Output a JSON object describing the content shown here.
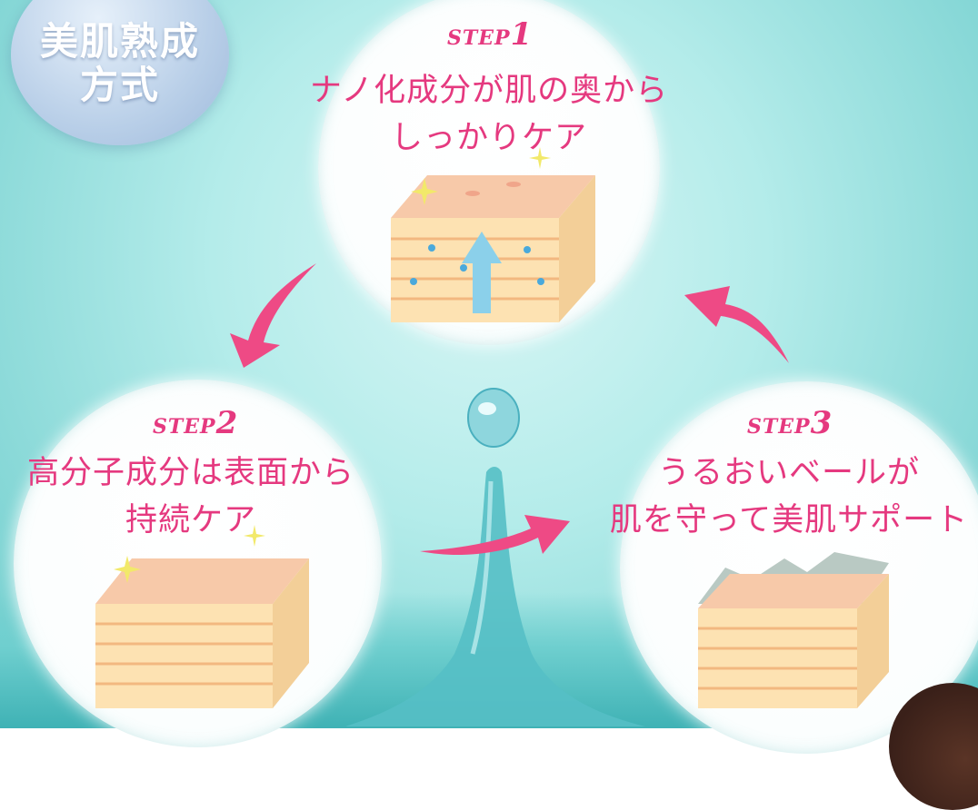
{
  "badge": {
    "line1": "美肌熟成",
    "line2": "方式"
  },
  "steps": [
    {
      "label": "STEP",
      "number": "1",
      "line1": "ナノ化成分が肌の奥から",
      "line2": "しっかりケア"
    },
    {
      "label": "STEP",
      "number": "2",
      "line1": "高分子成分は表面から",
      "line2": "持続ケア"
    },
    {
      "label": "STEP",
      "number": "3",
      "line1": "うるおいベールが",
      "line2": "肌を守って美肌サポート"
    }
  ],
  "colors": {
    "accent": "#e5397f",
    "arrow": "#ee4a85",
    "skin": "#f6c6a6",
    "cell": "#fde5b5",
    "water": "#3fb2b5"
  },
  "icons": [
    "skin-layer-icon",
    "up-arrow-icon",
    "curved-arrow-icon",
    "water-drop-icon",
    "sparkle-icon"
  ]
}
